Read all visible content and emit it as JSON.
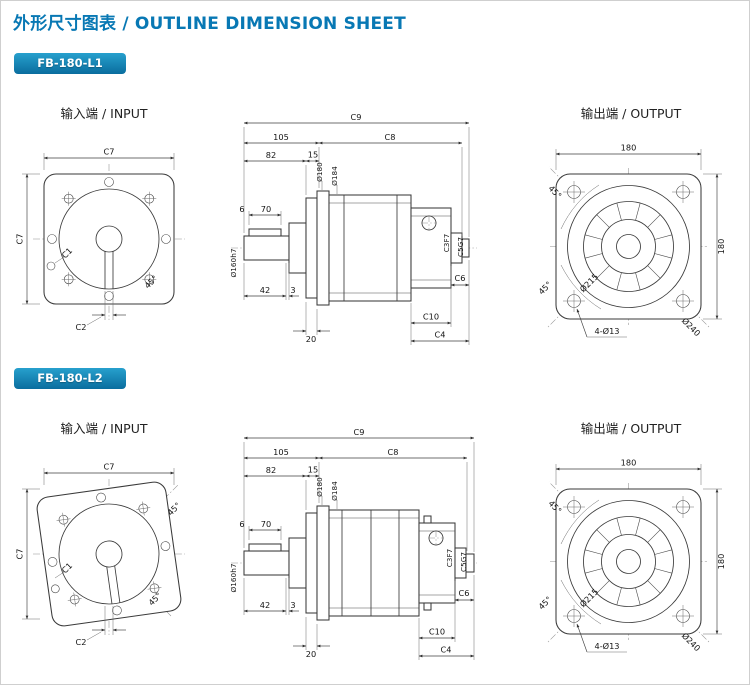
{
  "page": {
    "title": "外形尺寸图表 / OUTLINE DIMENSION SHEET",
    "colors": {
      "accent": "#0878b4",
      "badge_top": "#27a0cd",
      "badge_bottom": "#0a6d9e"
    }
  },
  "sections": [
    {
      "badge": "FB-180-L1",
      "input_label": "输入端 / INPUT",
      "output_label": "输出端 / OUTPUT",
      "input_view": {
        "c7_top": "C7",
        "c7_left": "C7",
        "c1": "C1",
        "c2": "C2",
        "angle_br": "45°"
      },
      "side_view": {
        "c9": "C9",
        "len_105": "105",
        "c8": "C8",
        "len_82": "82",
        "len_15": "15",
        "dia_180": "Ø180",
        "dia_184": "Ø184",
        "key_6": "6",
        "key_70": "70",
        "dia_160": "Ø160h7",
        "len_42": "42",
        "len_3": "3",
        "len_20": "20",
        "c3f7": "C3F7",
        "c5g7": "C5G7",
        "c6": "C6",
        "c10": "C10",
        "c4": "C4"
      },
      "output_view": {
        "w_180": "180",
        "h_180": "180",
        "angle_tl": "45°",
        "angle_bl": "45°",
        "dia_215": "Ø215",
        "holes": "4-Ø13",
        "dia_240": "Ø240"
      }
    },
    {
      "badge": "FB-180-L2",
      "input_label": "输入端 / INPUT",
      "output_label": "输出端 / OUTPUT",
      "input_view": {
        "c7_top": "C7",
        "c7_left": "C7",
        "c1": "C1",
        "c2": "C2",
        "angle_tr": "45°",
        "angle_br": "45°"
      },
      "side_view": {
        "c9": "C9",
        "len_105": "105",
        "c8": "C8",
        "len_82": "82",
        "len_15": "15",
        "dia_180": "Ø180",
        "dia_184": "Ø184",
        "key_6": "6",
        "key_70": "70",
        "dia_160": "Ø160h7",
        "len_42": "42",
        "len_3": "3",
        "len_20": "20",
        "c3f7": "C3F7",
        "c5g7": "C5G7",
        "c6": "C6",
        "c10": "C10",
        "c4": "C4"
      },
      "output_view": {
        "w_180": "180",
        "h_180": "180",
        "angle_tl": "45°",
        "angle_bl": "45°",
        "dia_215": "Ø215",
        "holes": "4-Ø13",
        "dia_240": "Ø240"
      }
    }
  ]
}
